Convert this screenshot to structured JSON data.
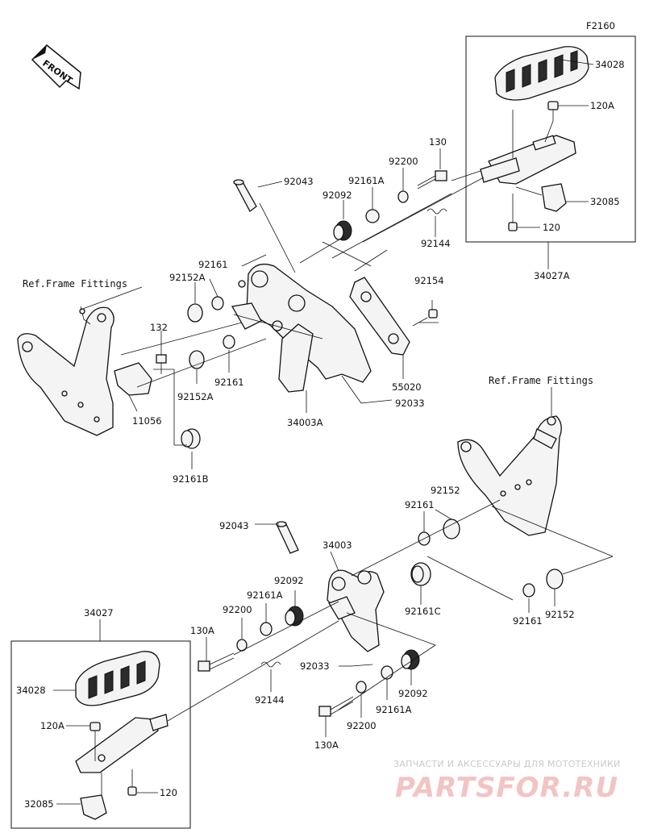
{
  "diagram": {
    "figure_code": "F2160",
    "front_label": "FRONT",
    "ref_label_left": "Ref.Frame Fittings",
    "ref_label_right": "Ref.Frame Fittings",
    "labels": {
      "p34028_top": "34028",
      "p120A_top": "120A",
      "p32085_top": "32085",
      "p120_top": "120",
      "p34027A": "34027A",
      "p130_top": "130",
      "p92200_top": "92200",
      "p92161A_top": "92161A",
      "p92092_top": "92092",
      "p92043_top": "92043",
      "p92144_top": "92144",
      "p92161_top": "92161",
      "p92152A_top": "92152A",
      "p132": "132",
      "p92154": "92154",
      "p92161_mid": "92161",
      "p92152A_mid": "92152A",
      "p11056": "11056",
      "p55020": "55020",
      "p92033_top": "92033",
      "p34003A": "34003A",
      "p92161B": "92161B",
      "p92152_r1": "92152",
      "p92161_r1": "92161",
      "p92043_bot": "92043",
      "p34003": "34003",
      "p92092_bot": "92092",
      "p92161A_bot": "92161A",
      "p92200_bot": "92200",
      "p130A_top": "130A",
      "p92161C": "92161C",
      "p92161_r2": "92161",
      "p92152_r2": "92152",
      "p34027": "34027",
      "p34028_bot": "34028",
      "p92033_bot": "92033",
      "p92144_bot": "92144",
      "p92092_low": "92092",
      "p92161A_low": "92161A",
      "p92200_low": "92200",
      "p130A_low": "130A",
      "p120A_bot": "120A",
      "p120_bot": "120",
      "p32085_bot": "32085"
    },
    "watermark": {
      "line1": "ЗАПЧАСТИ И АКСЕССУАРЫ ДЛЯ МОТОТЕХНИКИ",
      "line2": "PARTSFOR.RU"
    }
  }
}
